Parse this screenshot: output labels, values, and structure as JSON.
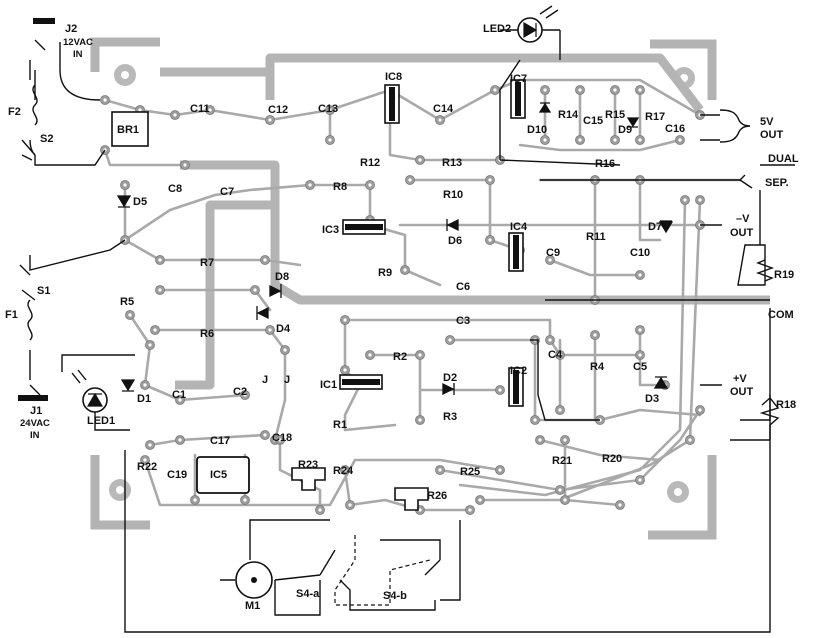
{
  "labels": {
    "j2": "J2",
    "j2_spec": "12VAC",
    "j2_in": "IN",
    "f2": "F2",
    "s2": "S2",
    "br1": "BR1",
    "c11": "C11",
    "c12": "C12",
    "c13": "C13",
    "ic8": "IC8",
    "c14": "C14",
    "ic7": "IC7",
    "led2": "LED2",
    "r14": "R14",
    "c15": "C15",
    "r15": "R15",
    "r17": "R17",
    "d10": "D10",
    "d9": "D9",
    "c16": "C16",
    "out5v": "5V",
    "out5v_b": "OUT",
    "r12": "R12",
    "r13": "R13",
    "r16": "R16",
    "dual": "DUAL",
    "sep": "SEP.",
    "c8": "C8",
    "c7": "C7",
    "d5": "D5",
    "r8": "R8",
    "r10": "R10",
    "ic3": "IC3",
    "d6": "D6",
    "ic4": "IC4",
    "r11": "R11",
    "d7": "D7",
    "minus_v": "–V",
    "minus_v_out": "OUT",
    "c9": "C9",
    "c10": "C10",
    "r9": "R9",
    "c6": "C6",
    "r19": "R19",
    "s1": "S1",
    "r7": "R7",
    "d8": "D8",
    "f1": "F1",
    "r5": "R5",
    "d4": "D4",
    "r6": "R6",
    "c3": "C3",
    "com": "COM",
    "r2": "R2",
    "c4": "C4",
    "d2": "D2",
    "r4": "R4",
    "c5": "C5",
    "ic2": "IC2",
    "plus_v": "+V",
    "plus_v_out": "OUT",
    "ic1": "IC1",
    "j_a": "J",
    "j_b": "J",
    "c1": "C1",
    "c2": "C2",
    "d1": "D1",
    "d3": "D3",
    "r18": "R18",
    "j1": "J1",
    "j1_spec": "24VAC",
    "j1_in": "IN",
    "led1": "LED1",
    "r3": "R3",
    "r1": "R1",
    "c17": "C17",
    "c18": "C18",
    "r21": "R21",
    "r20": "R20",
    "r22": "R22",
    "c19": "C19",
    "ic5": "IC5",
    "r23": "R23",
    "r24": "R24",
    "r25": "R25",
    "r26": "R26",
    "m1": "M1",
    "s4a": "S4-a",
    "s4b": "S4-b"
  }
}
